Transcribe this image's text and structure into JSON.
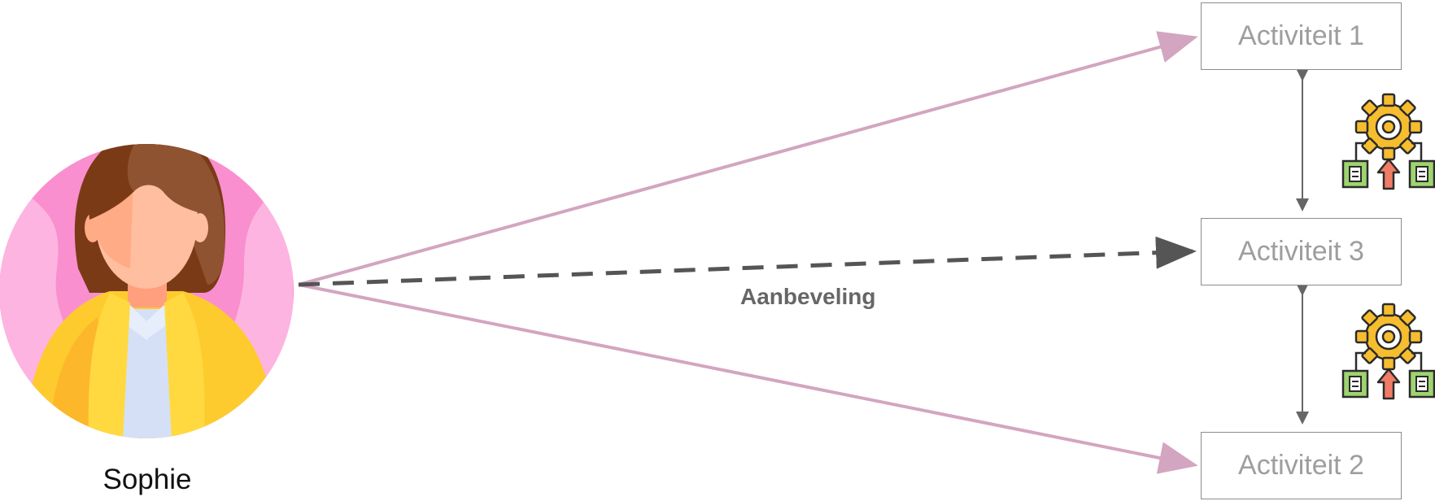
{
  "person": {
    "name": "Sophie",
    "icon": "woman-avatar-icon"
  },
  "activities": [
    {
      "id": "a1",
      "label": "Activiteit 1"
    },
    {
      "id": "a3",
      "label": "Activiteit 3"
    },
    {
      "id": "a2",
      "label": "Activiteit 2"
    }
  ],
  "recommendation": {
    "label": "Aanbeveling"
  },
  "links": {
    "icon": "gear-documents-icon",
    "colors": {
      "arrow": "#d3a5c0",
      "dashed": "#555555",
      "connector": "#666666"
    }
  },
  "avatar_colors": {
    "bg": "#f98fcf",
    "hair": "#8a4a25",
    "skin": "#ffbea0",
    "jacket": "#fecb2f",
    "shirt": "#d5e0f7"
  }
}
